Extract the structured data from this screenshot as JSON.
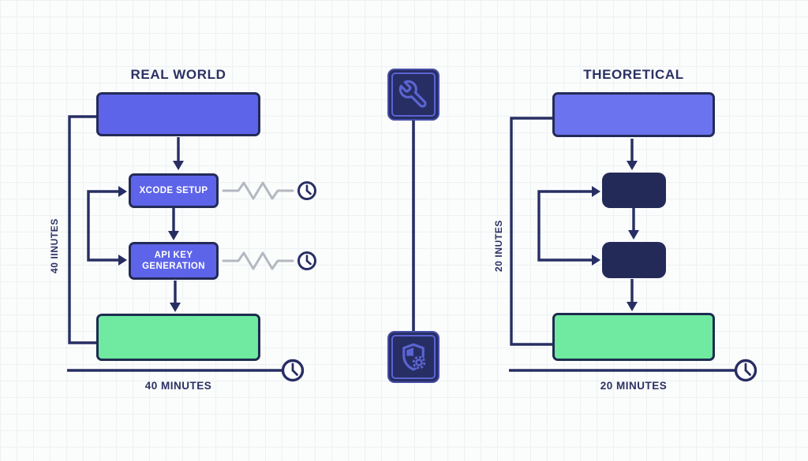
{
  "diagram": {
    "left": {
      "title": "REAL WORLD",
      "side_label": "40 IINUTES",
      "timeline_label": "40 MINUTES",
      "steps": [
        {
          "label": "XCODE SETUP"
        },
        {
          "label": "API KEY GENERATION"
        }
      ],
      "delays": [
        {
          "icon": "clock-icon"
        },
        {
          "icon": "clock-icon"
        }
      ]
    },
    "right": {
      "title": "THEORETICAL",
      "side_label": "20 INUTES",
      "timeline_label": "20 MINUTES"
    },
    "middle": {
      "top_icon": "wrench-icon",
      "bottom_icon": "shield-gear-icon"
    },
    "icons": {
      "timeline_end": "clock-icon"
    },
    "colors": {
      "purple": "#5d64e9",
      "purple_light": "#6b73ee",
      "green": "#70e9a1",
      "navy_line": "#272e63",
      "dark_box": "#232a58",
      "badge_accent": "#5b64d2",
      "squiggle_gray": "#b4b8c0",
      "title_ink": "#2b3163",
      "paper": "#fbfcfc",
      "grid": "#edf2f2"
    }
  }
}
